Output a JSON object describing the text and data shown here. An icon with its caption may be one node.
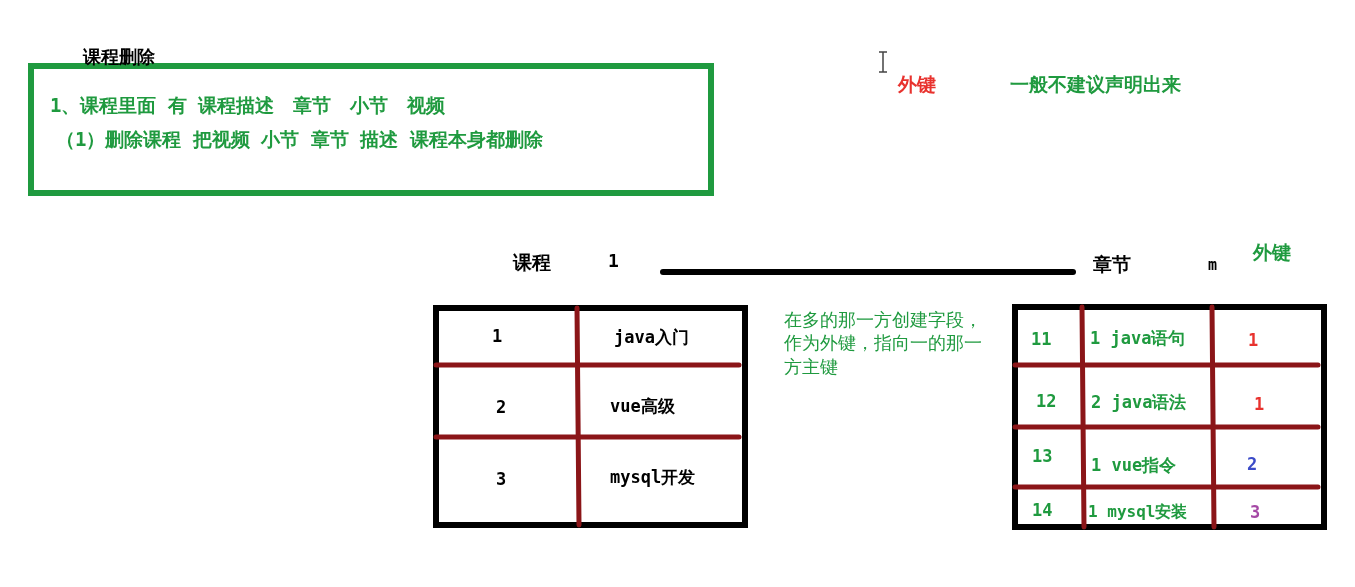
{
  "diagram": {
    "nodes": [
      {
        "text": [
          "课程删除",
          "1、课程里面 有 课程描述　章节　小节　视频",
          "（1）删除课程 把视频 小节 章节 描述 课程本身都删除"
        ]
      },
      {
        "text": [
          "课程",
          "1"
        ]
      },
      {
        "text": [
          "章节",
          "m"
        ]
      }
    ],
    "edges": [
      {
        "from": 1,
        "to": 2,
        "arrow": "none"
      }
    ],
    "labels": [
      "外键",
      "一般不建议声明出来",
      "1",
      "java入门",
      "2",
      "vue高级",
      "3",
      "mysql开发",
      "在多的那一方创建字段，作为外键，指向一的那一方主键",
      "外键",
      "11",
      "1 java语句",
      "1",
      "12",
      "2 java语法",
      "1",
      "13",
      "1 vue指令",
      "2",
      "14",
      "1 mysql安装",
      "3"
    ]
  }
}
